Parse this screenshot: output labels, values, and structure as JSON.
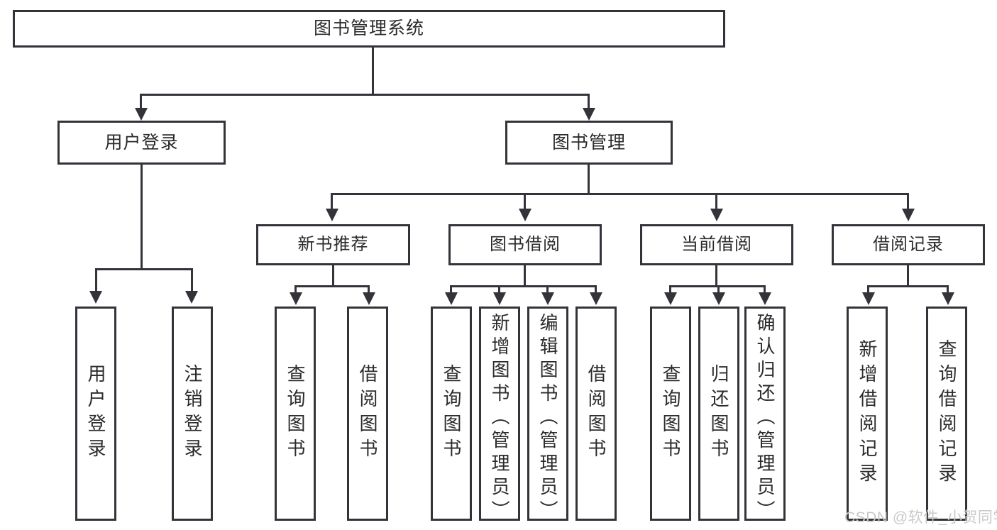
{
  "diagram": {
    "type": "tree-hierarchy",
    "title": "图书管理系统",
    "root": {
      "label": "图书管理系统"
    },
    "level2": [
      {
        "label": "用户登录"
      },
      {
        "label": "图书管理"
      }
    ],
    "level3": [
      {
        "label": "新书推荐"
      },
      {
        "label": "图书借阅"
      },
      {
        "label": "当前借阅"
      },
      {
        "label": "借阅记录"
      }
    ],
    "leaves": {
      "user_login": [
        {
          "label": "用户登录"
        },
        {
          "label": "注销登录"
        }
      ],
      "new_book_recommend": [
        {
          "label": "查询图书"
        },
        {
          "label": "借阅图书"
        }
      ],
      "book_borrow": [
        {
          "label": "查询图书"
        },
        {
          "label": "新增图书（管理员）"
        },
        {
          "label": "编辑图书（管理员）"
        },
        {
          "label": "借阅图书"
        }
      ],
      "current_borrow": [
        {
          "label": "查询图书"
        },
        {
          "label": "归还图书"
        },
        {
          "label": "确认归还（管理员）"
        }
      ],
      "borrow_record": [
        {
          "label": "新增借阅记录"
        },
        {
          "label": "查询借阅记录"
        }
      ]
    }
  },
  "watermark": {
    "text": "CSDN @软件_小贺同学"
  },
  "colors": {
    "stroke": "#33333a",
    "text": "#2b2b2b",
    "background": "#ffffff",
    "watermark": "#c9c9c9"
  }
}
